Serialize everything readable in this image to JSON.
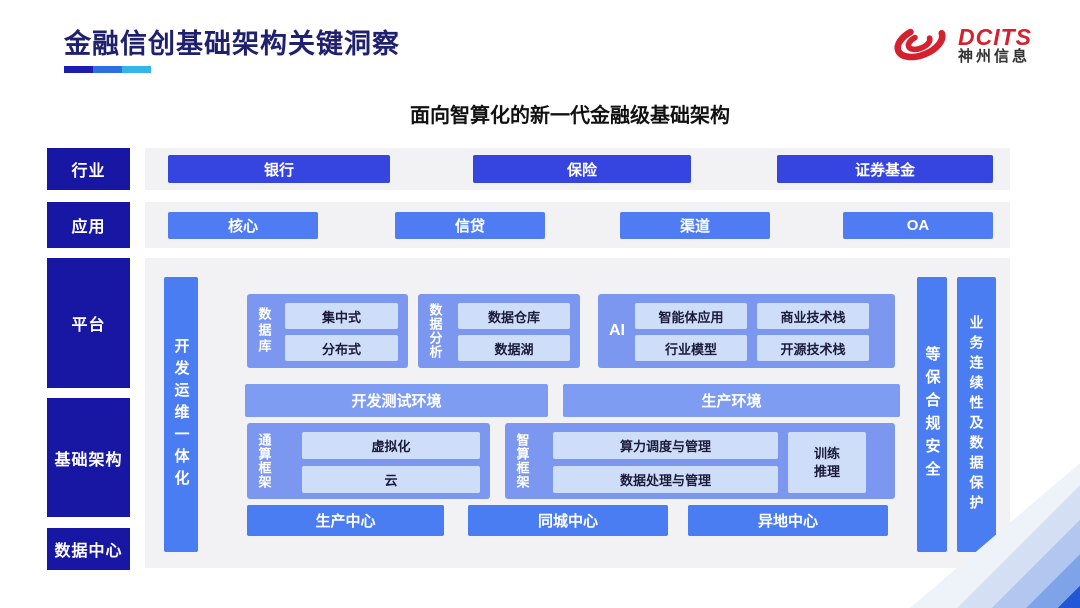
{
  "header": {
    "title": "金融信创基础架构关键洞察",
    "logo": {
      "brand": "DCITS",
      "company": "神州信息"
    },
    "subtitle": "面向智算化的新一代金融级基础架构"
  },
  "sidebar": {
    "labels": [
      "行业",
      "应用",
      "平台",
      "基础架构",
      "数据中心"
    ]
  },
  "industry": {
    "items": [
      "银行",
      "保险",
      "证券基金"
    ]
  },
  "application": {
    "items": [
      "核心",
      "信贷",
      "渠道",
      "OA"
    ]
  },
  "platform": {
    "devops_bar": "开发运维一体化",
    "database": {
      "label": "数据库",
      "items": [
        "集中式",
        "分布式"
      ]
    },
    "analytics": {
      "label": "数据分析",
      "items": [
        "数据仓库",
        "数据湖"
      ]
    },
    "ai": {
      "label": "AI",
      "items": [
        "智能体应用",
        "商业技术栈",
        "行业模型",
        "开源技术栈"
      ]
    },
    "environments": [
      "开发测试环境",
      "生产环境"
    ],
    "general_compute": {
      "label": "通算框架",
      "items": [
        "虚拟化",
        "云"
      ]
    },
    "intelligent_compute": {
      "label": "智算框架",
      "items": [
        "算力调度与管理",
        "数据处理与管理"
      ],
      "side": "训练\n推理"
    },
    "centers": [
      "生产中心",
      "同城中心",
      "异地中心"
    ],
    "security_bar": "等保合规安全",
    "continuity_bar": "业务连续性及数据保护"
  },
  "colors": {
    "accent_navy": "#1717a3",
    "accent_indigo": "#3644e0",
    "accent_azure": "#4a7cf2",
    "group_blue": "#7b97ef",
    "light_blue": "#cfdef8",
    "brand_red": "#d5212e"
  }
}
